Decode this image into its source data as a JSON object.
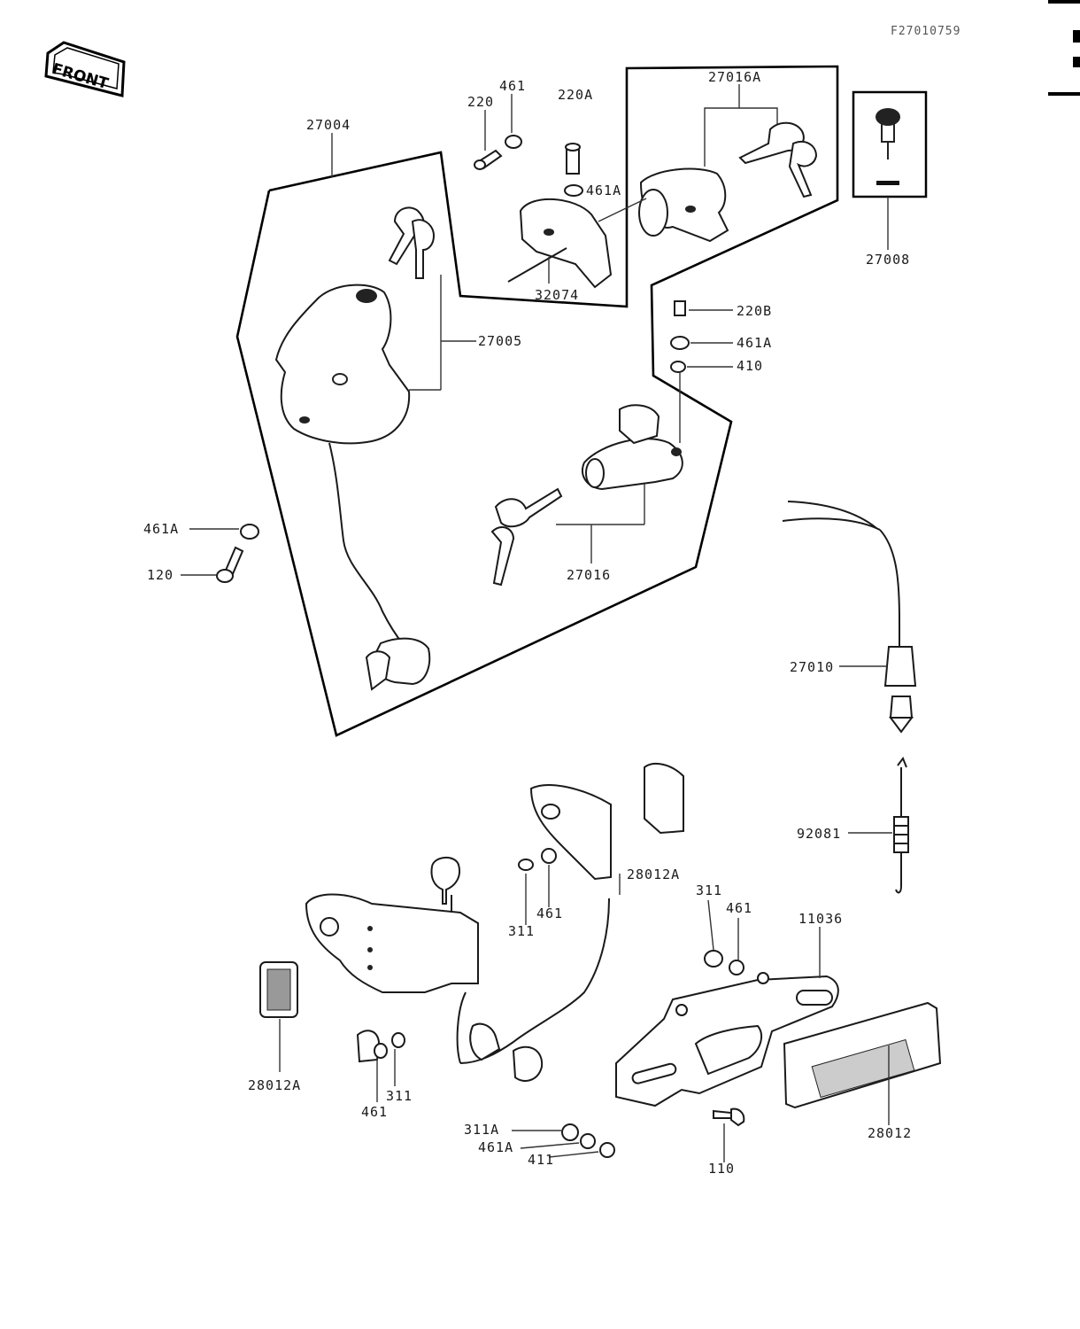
{
  "diagram": {
    "front_label": "FRONT",
    "reference_code": "F27010759",
    "labels": {
      "p27004": "27004",
      "p220": "220",
      "p461_top": "461",
      "p220A": "220A",
      "p461A_top": "461A",
      "p27016A": "27016A",
      "p27008": "27008",
      "p32074": "32074",
      "p27005": "27005",
      "p220B": "220B",
      "p461A_mid": "461A",
      "p410": "410",
      "p461A_left": "461A",
      "p120": "120",
      "p27016": "27016",
      "p27010": "27010",
      "p92081": "92081",
      "p28012A_mid": "28012A",
      "p311_mid": "311",
      "p461_mid": "461",
      "p311_right": "311",
      "p461_right": "461",
      "p11036": "11036",
      "p28012A_left": "28012A",
      "p461_low": "461",
      "p311_low": "311",
      "p311A": "311A",
      "p461A_low": "461A",
      "p411": "411",
      "p110": "110",
      "p28012": "28012"
    },
    "icons": [
      "front-arrow-icon",
      "key-icon",
      "ignition-switch-icon",
      "seat-lock-icon",
      "helmet-lock-icon",
      "cable-icon",
      "spring-icon",
      "license-light-icon",
      "reflector-icon",
      "bolt-icon",
      "washer-icon",
      "nut-icon",
      "bracket-icon"
    ]
  }
}
